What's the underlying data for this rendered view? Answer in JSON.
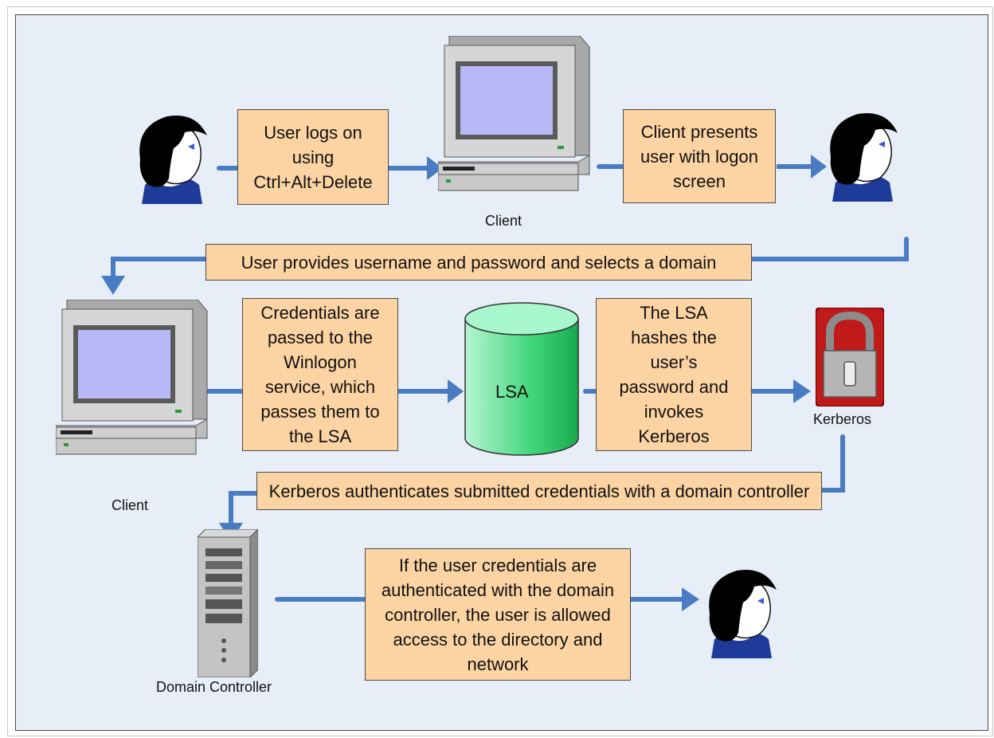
{
  "labels": {
    "client_top": "Client",
    "client_left": "Client",
    "kerberos": "Kerberos",
    "domain_controller": "Domain Controller",
    "lsa": "LSA"
  },
  "steps": {
    "logon": "User logs on\nusing\nCtrl+Alt+Delete",
    "presents": "Client presents\nuser with logon\nscreen",
    "provides": "User provides username and password and selects a domain",
    "credentials": "Credentials are\npassed to the\nWinlogon\nservice, which\npasses them to\nthe LSA",
    "hashes": "The LSA\nhashes the\nuser’s\npassword and\ninvokes\nKerberos",
    "authenticates": "Kerberos authenticates submitted credentials with a domain controller",
    "allowed": "If the user credentials are\nauthenticated with the domain\ncontroller, the user is allowed\naccess to the directory and\nnetwork"
  },
  "colors": {
    "box_fill": "#fcd4a3",
    "arrow": "#4a7cc4",
    "background": "#e8eef7"
  },
  "icons": [
    "user-icon",
    "computer-icon",
    "database-icon",
    "padlock-icon",
    "server-icon"
  ]
}
